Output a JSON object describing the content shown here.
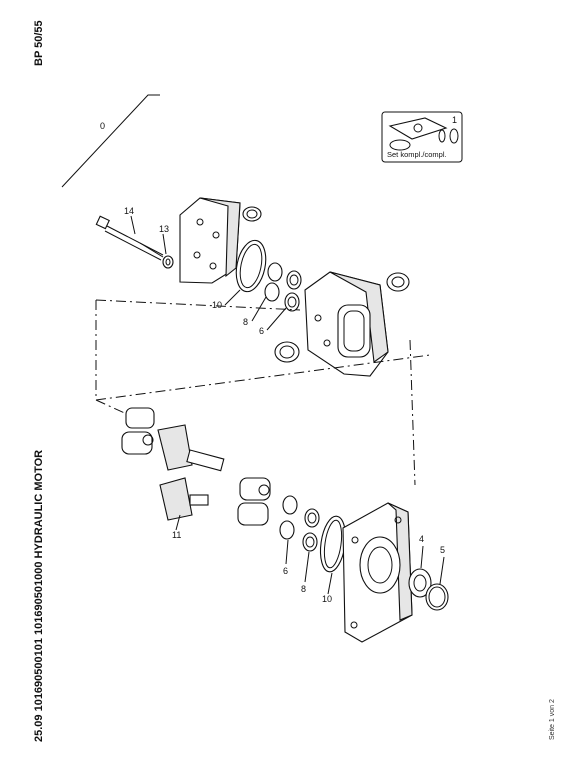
{
  "header": {
    "model": "BP 50/55"
  },
  "document": {
    "title": "25.09 101690500101 101690501000 HYDRAULIC MOTOR"
  },
  "footer": {
    "page": "Seite 1 von 2"
  },
  "kit": {
    "label": "Set kompl./compl.",
    "number": "1"
  },
  "callouts": {
    "c0": "0",
    "c1": "1",
    "c4": "4",
    "c5": "5",
    "c6a": "6",
    "c6b": "6",
    "c8a": "8",
    "c8b": "8",
    "c10a": "10",
    "c10b": "10",
    "c11": "11",
    "c13": "13",
    "c14": "14"
  }
}
